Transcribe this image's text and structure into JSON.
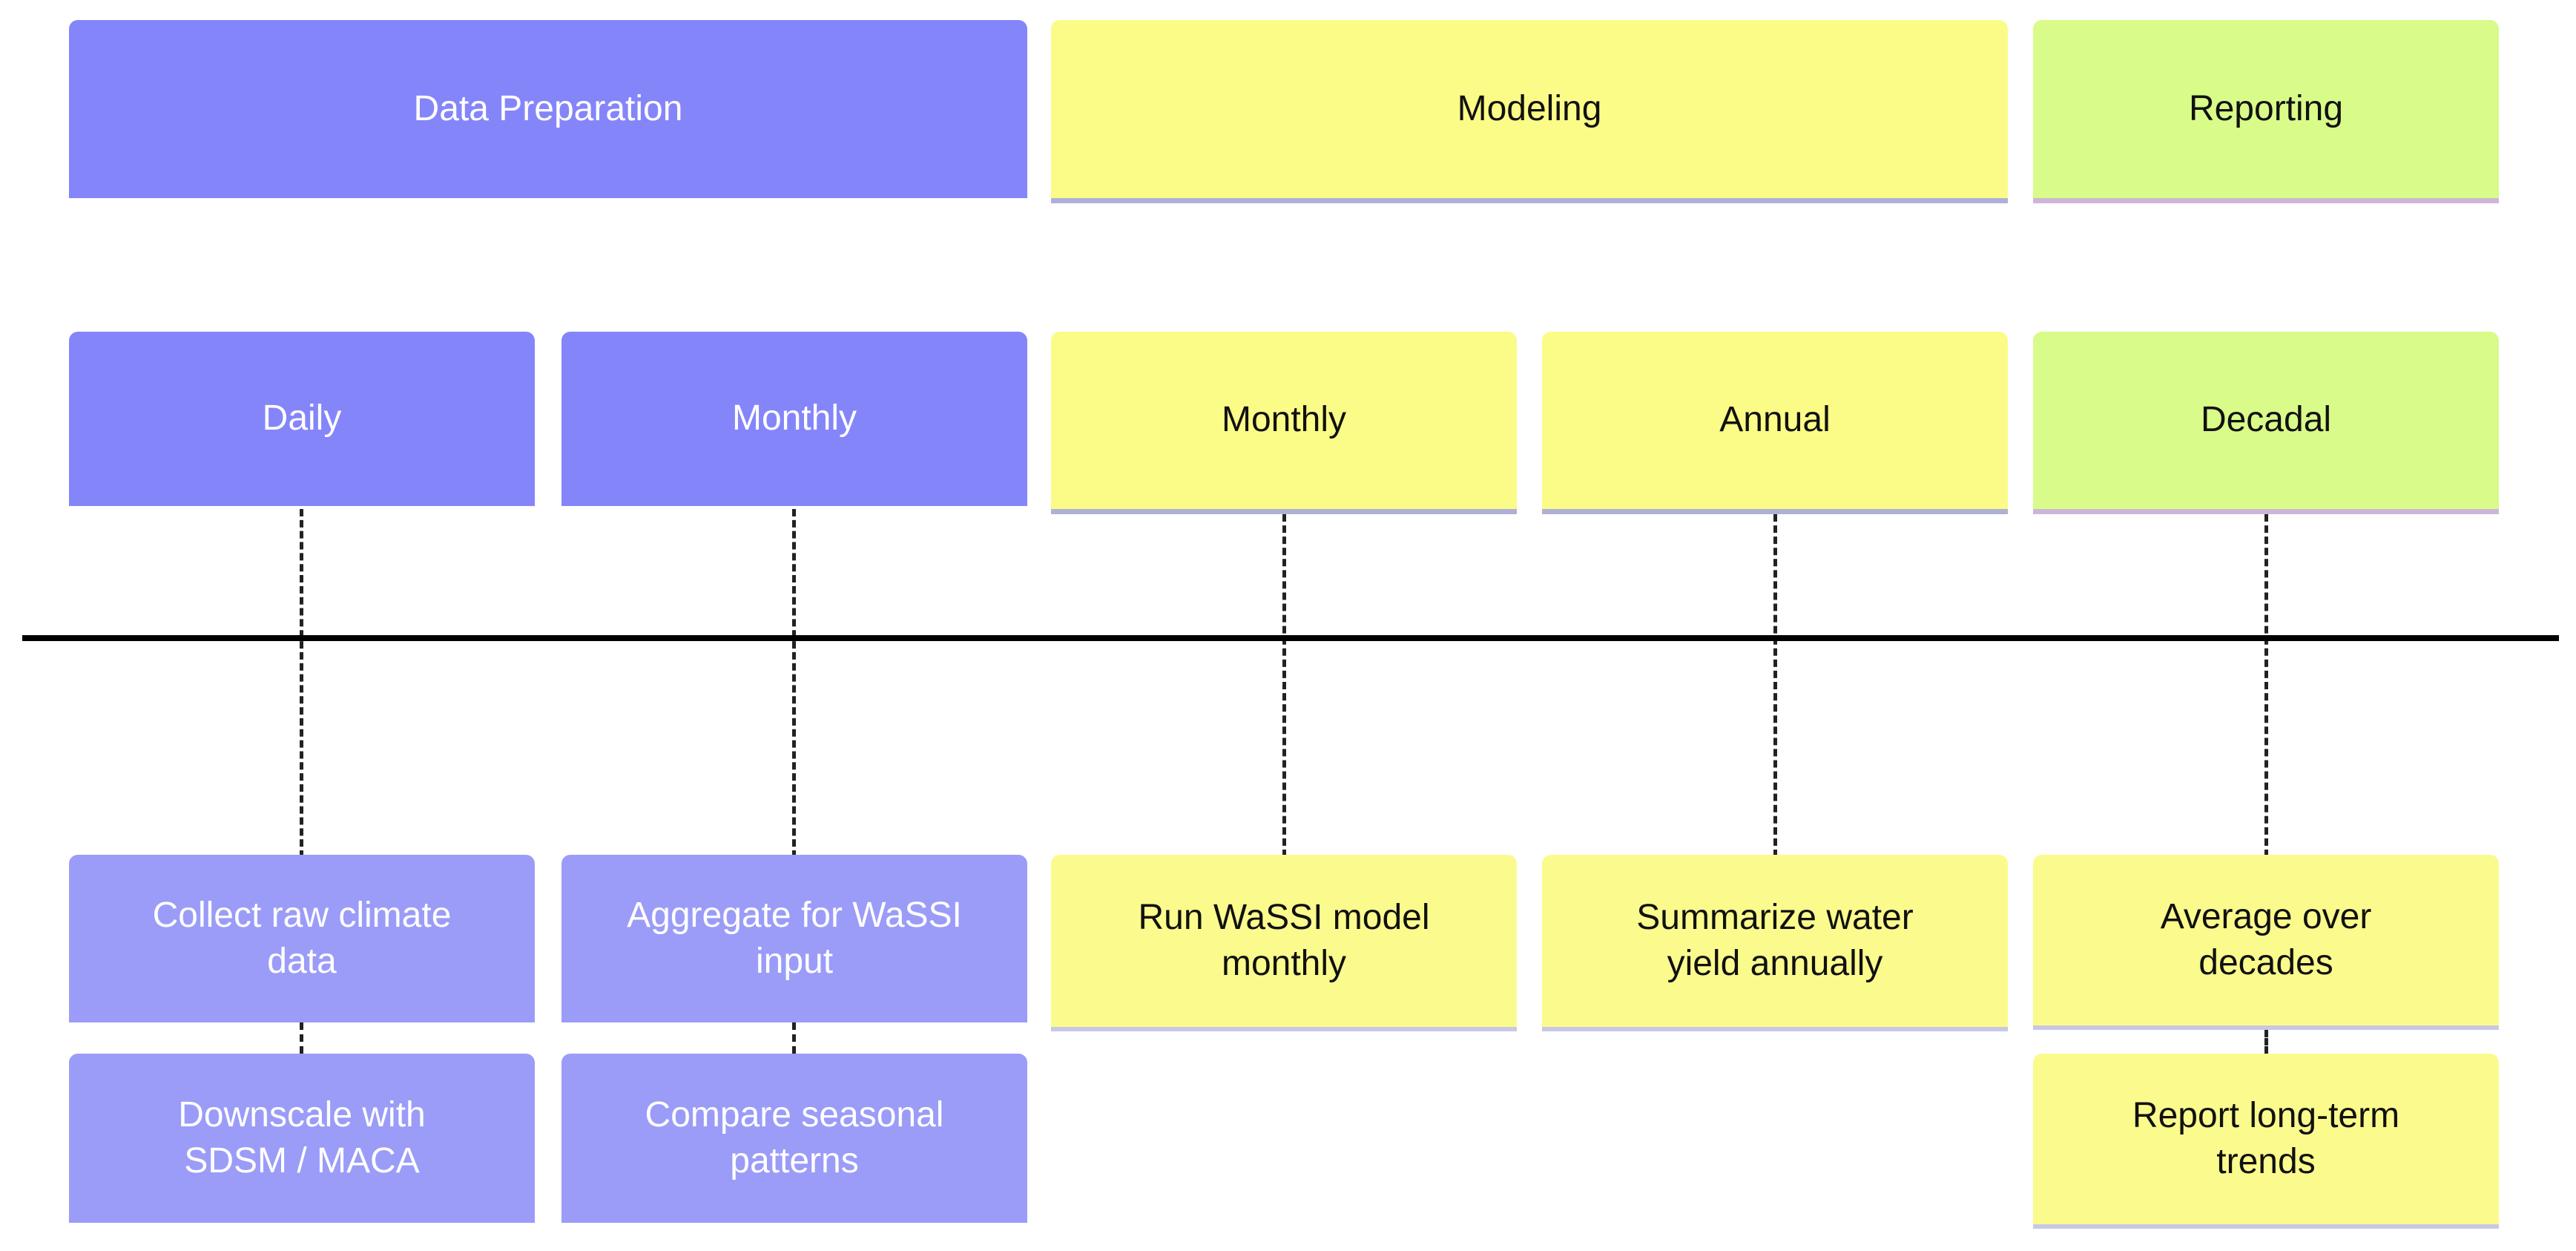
{
  "phases": {
    "data_preparation": "Data Preparation",
    "modeling": "Modeling",
    "reporting": "Reporting"
  },
  "periods": {
    "daily": "Daily",
    "monthly_prep": "Monthly",
    "monthly_model": "Monthly",
    "annual": "Annual",
    "decadal": "Decadal"
  },
  "tasks": {
    "collect": "Collect raw climate\ndata",
    "downscale": "Downscale with\nSDSM / MACA",
    "aggregate": "Aggregate for WaSSI\ninput",
    "compare": "Compare seasonal\npatterns",
    "run_model": "Run WaSSI model\nmonthly",
    "summarize": "Summarize water\nyield annually",
    "average": "Average over\ndecades",
    "report": "Report long-term\ntrends"
  },
  "colors": {
    "data_preparation": "#8585fa",
    "data_preparation_tasks": "#9b9cf8",
    "modeling": "#fbfb87",
    "reporting": "#d9fb89",
    "timeline": "#000000"
  }
}
